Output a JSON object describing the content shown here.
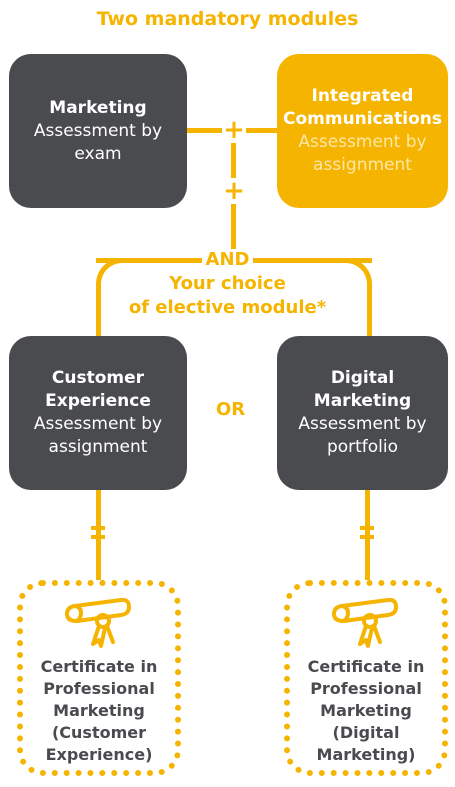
{
  "heading": "Two mandatory modules",
  "modules": {
    "marketing": {
      "title": "Marketing",
      "assessment_line1": "Assessment by",
      "assessment_line2": "exam"
    },
    "integrated": {
      "title_line1": "Integrated",
      "title_line2": "Communications",
      "assessment_line1": "Assessment by",
      "assessment_line2": "assignment"
    }
  },
  "connectors": {
    "plus": "+",
    "and": "AND",
    "choice_line1": "Your choice",
    "choice_line2": "of elective module*",
    "or": "OR"
  },
  "electives": {
    "customer": {
      "title_line1": "Customer",
      "title_line2": "Experience",
      "assessment_line1": "Assessment by",
      "assessment_line2": "assignment"
    },
    "digital": {
      "title_line1": "Digital",
      "title_line2": "Marketing",
      "assessment_line1": "Assessment by",
      "assessment_line2": "portfolio"
    }
  },
  "certificates": {
    "customer": {
      "lines": [
        "Certificate in",
        "Professional",
        "Marketing",
        "(Customer",
        "Experience)"
      ],
      "icon": "certificate-scroll-icon"
    },
    "digital": {
      "lines": [
        "Certificate in",
        "Professional",
        "Marketing",
        "(Digital",
        "Marketing)"
      ],
      "icon": "certificate-scroll-icon"
    }
  },
  "colors": {
    "accent": "#F5B400",
    "dark": "#4A4B4F",
    "gold_subtext": "#FDE7A6"
  }
}
